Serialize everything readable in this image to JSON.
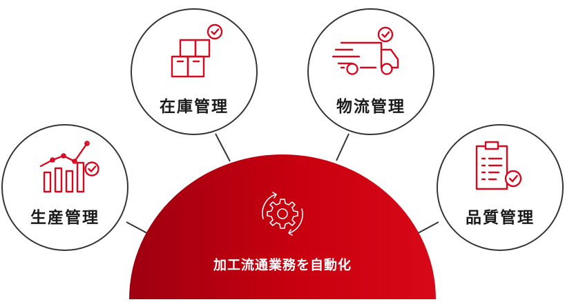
{
  "center": {
    "label": "加工流通業務を自動化",
    "icon": "gear-cycle-icon",
    "color": "#c8000f"
  },
  "nodes": [
    {
      "id": "production",
      "label": "生産管理",
      "icon": "growth-chart-check-icon"
    },
    {
      "id": "inventory",
      "label": "在庫管理",
      "icon": "boxes-check-icon"
    },
    {
      "id": "logistics",
      "label": "物流管理",
      "icon": "delivery-truck-check-icon"
    },
    {
      "id": "quality",
      "label": "品質管理",
      "icon": "clipboard-checklist-icon"
    }
  ],
  "colors": {
    "accent": "#d6081e",
    "circle_border": "#333333",
    "text": "#1a1a1a"
  }
}
